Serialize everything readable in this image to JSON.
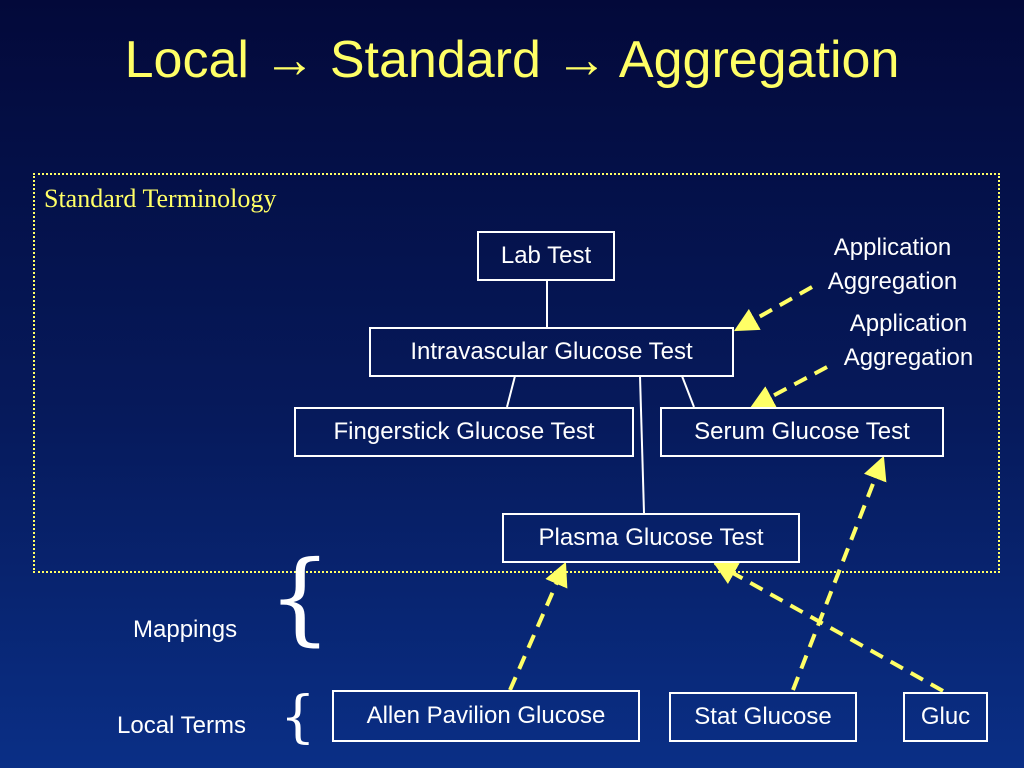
{
  "title": "Local → Standard → Aggregation",
  "standard_box": {
    "label": "Standard Terminology"
  },
  "nodes": {
    "lab_test": "Lab Test",
    "intravascular": "Intravascular Glucose Test",
    "fingerstick": "Fingerstick Glucose Test",
    "serum": "Serum Glucose Test",
    "plasma": "Plasma Glucose Test"
  },
  "application_aggregation": [
    {
      "line1": "Application",
      "line2": "Aggregation"
    },
    {
      "line1": "Application",
      "line2": "Aggregation"
    }
  ],
  "mappings_label": "Mappings",
  "local_terms_label": "Local Terms",
  "local_terms": {
    "allen": "Allen Pavilion Glucose",
    "stat": "Stat Glucose",
    "gluc": "Gluc"
  },
  "colors": {
    "accent": "#ffff66",
    "text": "#ffffff",
    "background": "#061a5c"
  }
}
